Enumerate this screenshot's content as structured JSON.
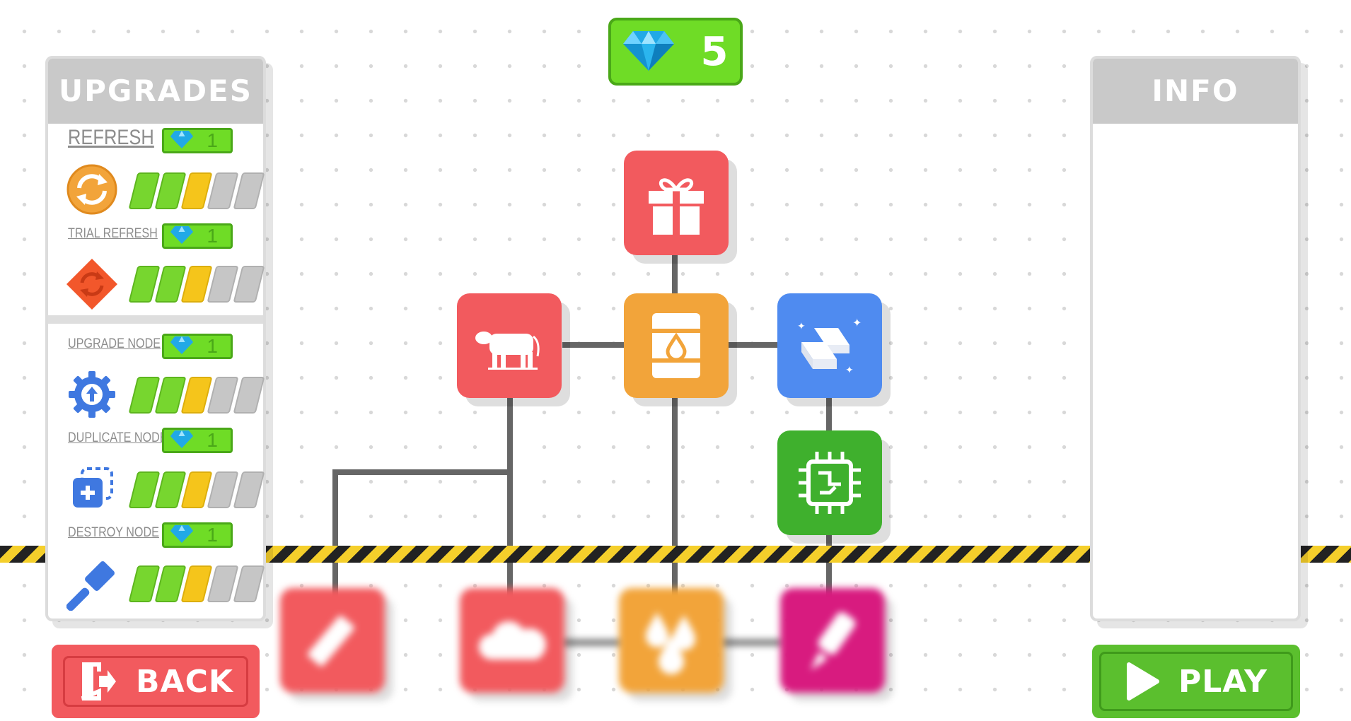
{
  "gems": {
    "count": "5",
    "icon": "diamond-icon",
    "color": "#6fdc26"
  },
  "upgrades_panel": {
    "title": "UPGRADES",
    "items": [
      {
        "label": "REFRESH",
        "cost": "1",
        "icon": "refresh-icon",
        "level": 3,
        "max_level": 5
      },
      {
        "label": "TRIAL REFRESH",
        "cost": "1",
        "icon": "trial-refresh-icon",
        "level": 3,
        "max_level": 5
      },
      {
        "label": "UPGRADE NODE",
        "cost": "1",
        "icon": "upgrade-gear-icon",
        "level": 3,
        "max_level": 5
      },
      {
        "label": "DUPLICATE NODE",
        "cost": "1",
        "icon": "duplicate-icon",
        "level": 3,
        "max_level": 5
      },
      {
        "label": "DESTROY NODE",
        "cost": "1",
        "icon": "hammer-icon",
        "level": 3,
        "max_level": 5
      }
    ]
  },
  "info_panel": {
    "title": "INFO"
  },
  "buttons": {
    "back": "BACK",
    "play": "PLAY"
  },
  "nodes": [
    {
      "id": "gift",
      "icon": "gift-icon",
      "color": "#f25a5e"
    },
    {
      "id": "cow",
      "icon": "cow-icon",
      "color": "#f25a5e"
    },
    {
      "id": "oil",
      "icon": "oil-barrel-icon",
      "color": "#f2a43a"
    },
    {
      "id": "gold",
      "icon": "gold-bars-icon",
      "color": "#4f8bf0"
    },
    {
      "id": "chip",
      "icon": "microchip-icon",
      "color": "#3fb02d"
    },
    {
      "id": "candy",
      "icon": "candy-icon",
      "color": "#f25a5e"
    },
    {
      "id": "cloud",
      "icon": "cloud-icon",
      "color": "#f25a5e"
    },
    {
      "id": "drops",
      "icon": "drops-icon",
      "color": "#f2a43a"
    },
    {
      "id": "glue",
      "icon": "glue-icon",
      "color": "#d81b7f"
    }
  ],
  "colors": {
    "bar_green": "#77d62f",
    "bar_yellow": "#f5c51b",
    "bar_gray": "#c6c6c6"
  }
}
